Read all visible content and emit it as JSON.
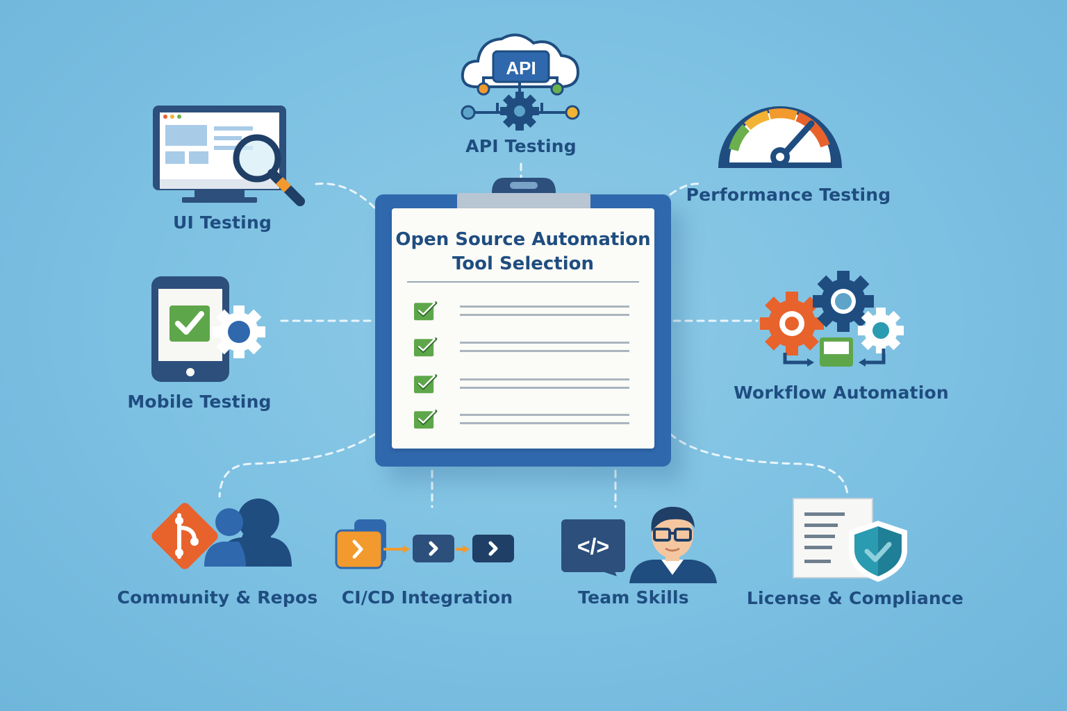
{
  "center": {
    "title_line1": "Open Source Automation",
    "title_line2": "Tool Selection",
    "checklist_count": 4
  },
  "nodes": {
    "api": {
      "label": "API Testing",
      "badge": "API"
    },
    "ui": {
      "label": "UI Testing"
    },
    "performance": {
      "label": "Performance Testing"
    },
    "mobile": {
      "label": "Mobile Testing"
    },
    "workflow": {
      "label": "Workflow Automation"
    },
    "community": {
      "label": "Community & Repos"
    },
    "cicd": {
      "label": "CI/CD Integration"
    },
    "team": {
      "label": "Team Skills",
      "code": "</>"
    },
    "license": {
      "label": "License & Compliance"
    }
  },
  "colors": {
    "background": "#7cc0e2",
    "navy": "#1f4d80",
    "blue": "#2f68ad",
    "green": "#5ea64a",
    "orange": "#e8622c",
    "teal": "#2a9bb0"
  }
}
